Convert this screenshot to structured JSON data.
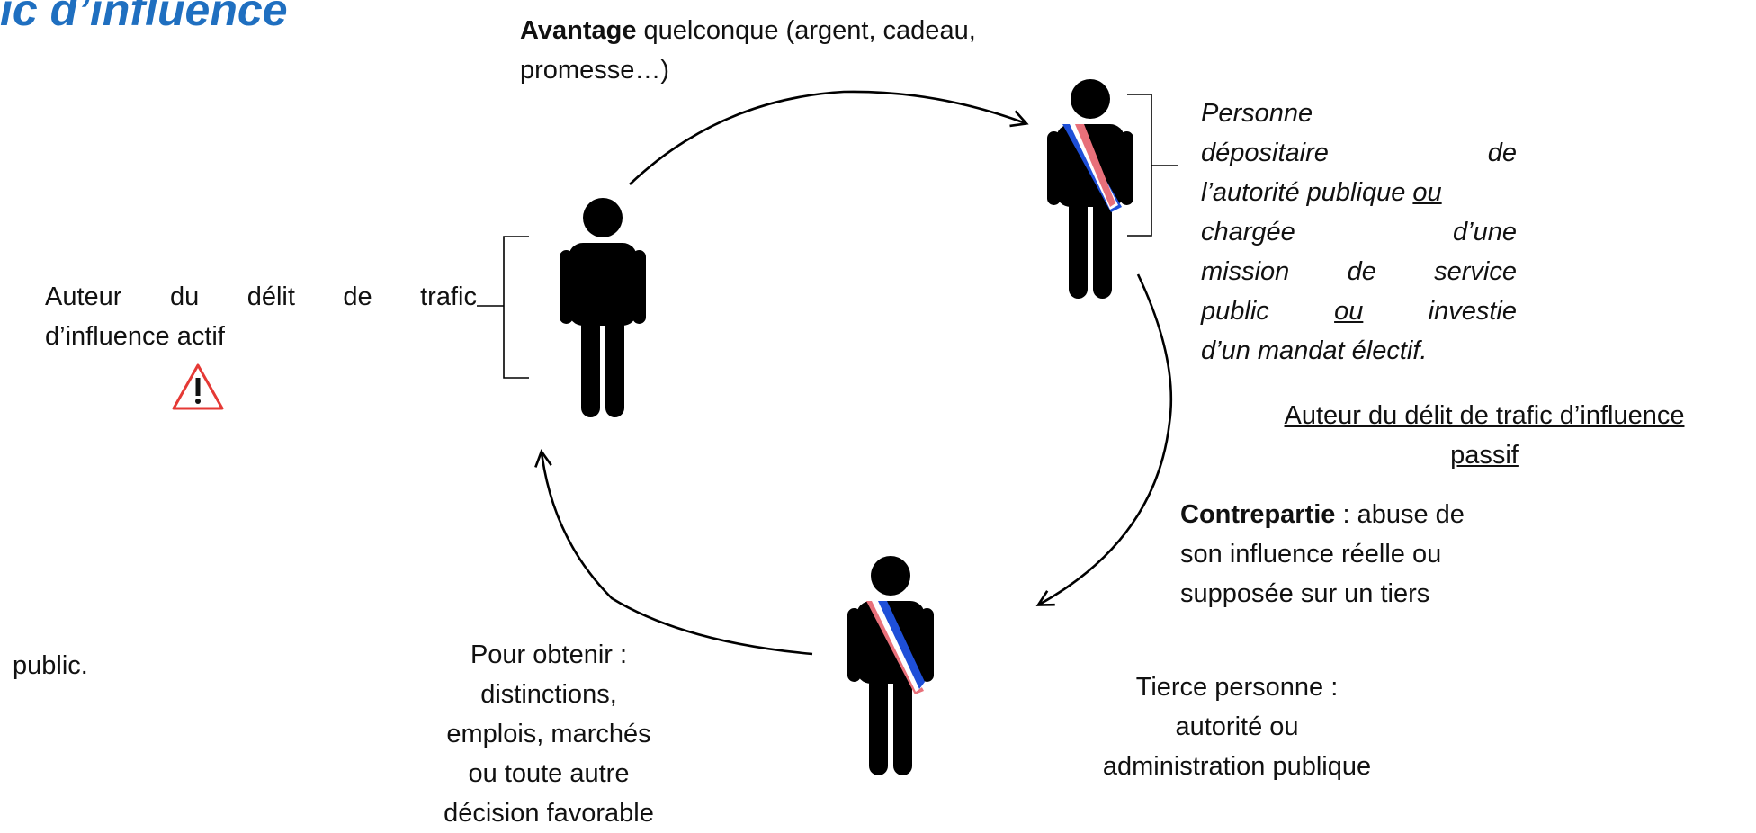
{
  "title": "ic d’influence",
  "advantage": {
    "bold": "Avantage",
    "rest": " quelconque (argent, cadeau, promesse…)"
  },
  "active_author": {
    "line1": [
      "Auteur",
      "du",
      "délit",
      "de",
      "trafic"
    ],
    "line2": "d’influence actif",
    "warning_icon": "warning-triangle-icon",
    "warning_color": "#e53935"
  },
  "public_fragment": "public.",
  "public_agent": {
    "line1": "Personne",
    "line2": [
      "dépositaire",
      "de"
    ],
    "line3_pre": "l’autorité publique ",
    "line3_ou": "ou",
    "line4": [
      "chargée",
      "d’une"
    ],
    "line5": [
      "mission",
      "de",
      "service"
    ],
    "line6_a": "public",
    "line6_ou": "ou",
    "line6_b": "investie",
    "line7": "d’un mandat électif."
  },
  "passive_author": {
    "line1": "Auteur du délit de trafic d’influence",
    "line2": "passif"
  },
  "counterpart": {
    "bold": "Contrepartie",
    "rest": " : abuse de son influence réelle ou supposée sur un tiers"
  },
  "obtain": [
    "Pour obtenir :",
    "distinctions,",
    "emplois, marchés",
    "ou toute autre",
    "décision favorable"
  ],
  "third_party": [
    "Tierce personne :",
    "autorité ou",
    "administration publique"
  ],
  "colors": {
    "title": "#1f6fc0",
    "figure": "#000000",
    "sash_blue": "#1e4fd8",
    "sash_white": "#ffffff",
    "sash_red": "#e8707a"
  }
}
